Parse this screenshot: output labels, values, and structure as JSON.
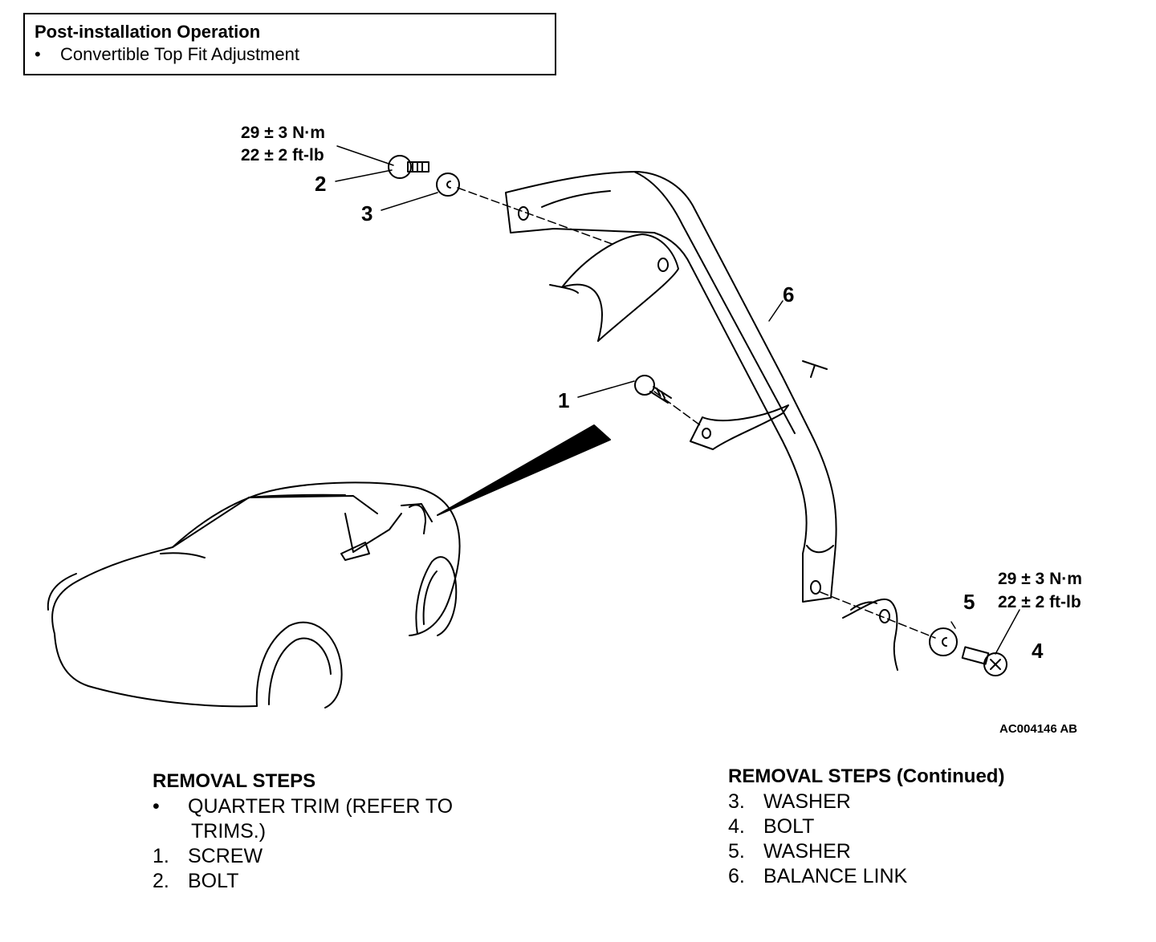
{
  "post_install": {
    "title": "Post-installation Operation",
    "items": [
      "Convertible Top Fit Adjustment"
    ]
  },
  "callouts": {
    "c1": "1",
    "c2": "2",
    "c3": "3",
    "c4": "4",
    "c5": "5",
    "c6": "6"
  },
  "torque_top": {
    "nm": "29 ± 3 N·m",
    "ftlb": "22 ± 2 ft-lb"
  },
  "torque_bottom": {
    "nm": "29 ± 3 N·m",
    "ftlb": "22 ± 2 ft-lb"
  },
  "figure_id": "AC004146 AB",
  "removal_left": {
    "title": "REMOVAL STEPS",
    "bullet_line1": "QUARTER TRIM (REFER TO",
    "bullet_line2": "TRIMS.)",
    "steps": [
      {
        "num": "1.",
        "label": "SCREW"
      },
      {
        "num": "2.",
        "label": "BOLT"
      }
    ]
  },
  "removal_right": {
    "title": "REMOVAL STEPS (Continued)",
    "steps": [
      {
        "num": "3.",
        "label": "WASHER"
      },
      {
        "num": "4.",
        "label": "BOLT"
      },
      {
        "num": "5.",
        "label": "WASHER"
      },
      {
        "num": "6.",
        "label": "BALANCE LINK"
      }
    ]
  }
}
